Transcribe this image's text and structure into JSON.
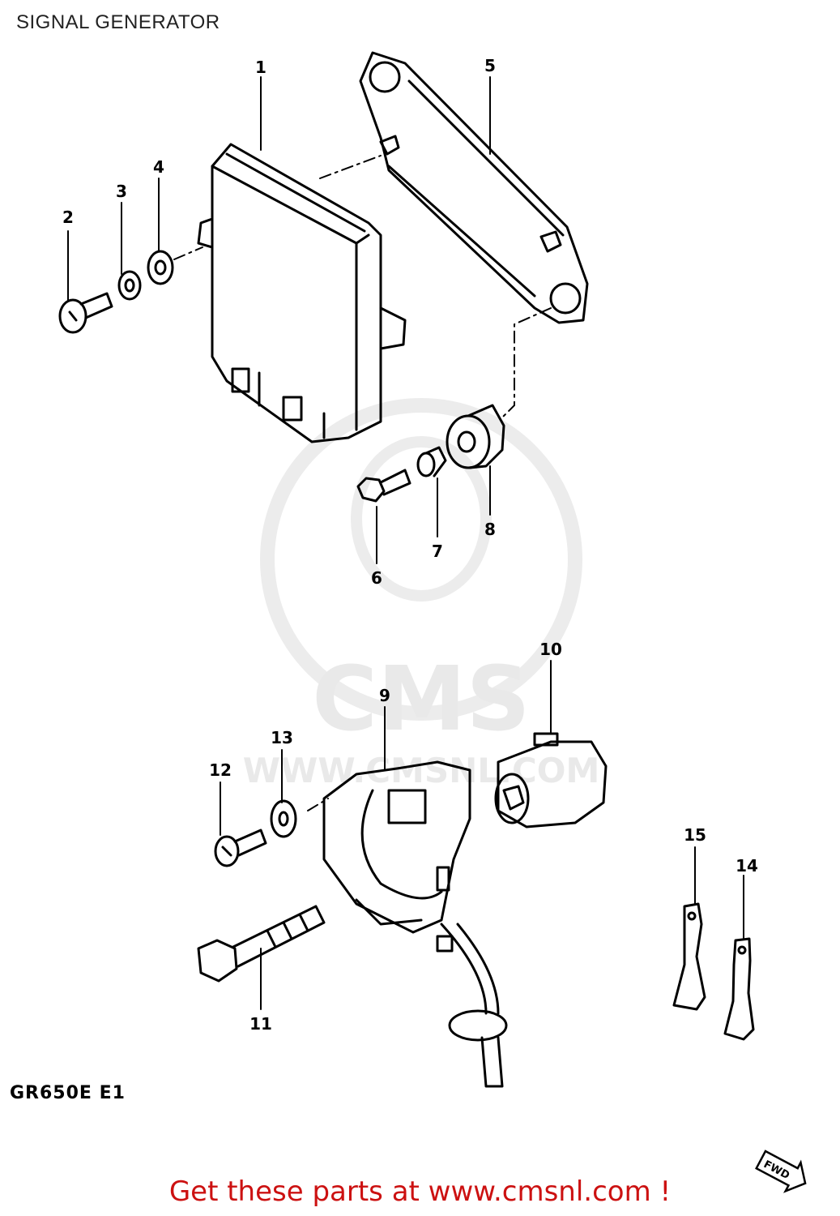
{
  "title": "SIGNAL GENERATOR",
  "model_code": "GR650E E1",
  "fwd_label": "FWD",
  "footer_text": "Get these parts at www.cmsnl.com !",
  "watermark": {
    "brand": "CMS",
    "url": "WWW.CMSNL.COM"
  },
  "callouts": {
    "c1": "1",
    "c2": "2",
    "c3": "3",
    "c4": "4",
    "c5": "5",
    "c6": "6",
    "c7": "7",
    "c8": "8",
    "c9": "9",
    "c10": "10",
    "c11": "11",
    "c12": "12",
    "c13": "13",
    "c14": "14",
    "c15": "15"
  },
  "colors": {
    "footer": "#cc1111",
    "line": "#000000",
    "watermark": "#e9e9e9"
  }
}
